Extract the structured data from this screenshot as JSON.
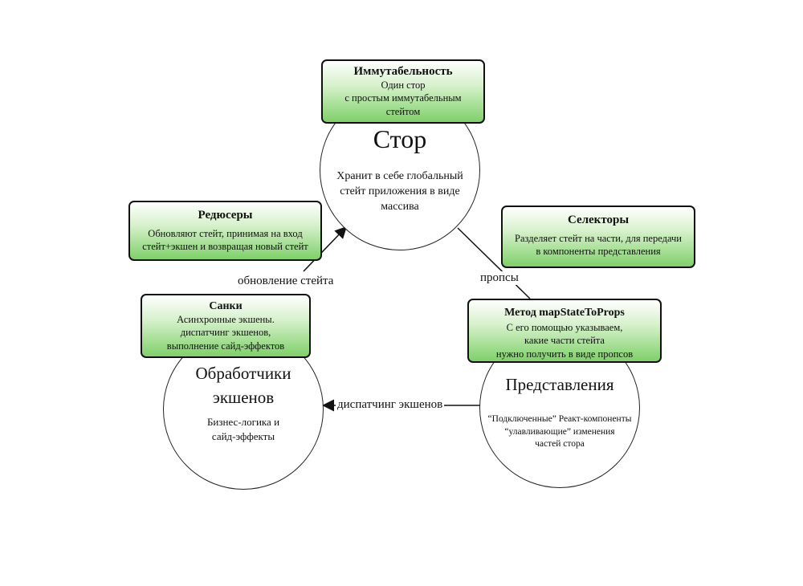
{
  "store": {
    "title": "Стор",
    "desc": "Хранит в себе глобальный стейт приложения в виде массива"
  },
  "handlers": {
    "title_line1": "Обработчики",
    "title_line2": "экшенов",
    "desc_line1": "Бизнес-логика и",
    "desc_line2": "сайд-эффекты"
  },
  "views": {
    "title": "Представления",
    "desc_line1": "“Подключенные” Реакт-компоненты",
    "desc_line2": "“улавливающие” изменения",
    "desc_line3": "частей стора"
  },
  "boxes": {
    "immutability": {
      "title": "Иммутабельность",
      "line1": "Один стор",
      "line2": "с простым иммутабельным",
      "line3": "стейтом"
    },
    "reducers": {
      "title": "Редюсеры",
      "line1": "Обновляют стейт, принимая на вход",
      "line2": "стейт+экшен и возвращая новый стейт"
    },
    "selectors": {
      "title": "Селекторы",
      "line1": "Разделяет стейт на части, для передачи",
      "line2": "в компоненты представления"
    },
    "thunks": {
      "title": "Санки",
      "line1": "Асинхронные экшены.",
      "line2": "диспатчинг экшенов,",
      "line3": "выполнение сайд-эффектов"
    },
    "mapstate": {
      "title": "Метод mapStateToProps",
      "line1": "С его помощью указываем,",
      "line2": "какие части стейта",
      "line3": "нужно получить в виде пропсов"
    }
  },
  "edges": {
    "update_state": "обновление стейта",
    "props": "пропсы",
    "dispatch": "диспатчинг экшенов"
  }
}
